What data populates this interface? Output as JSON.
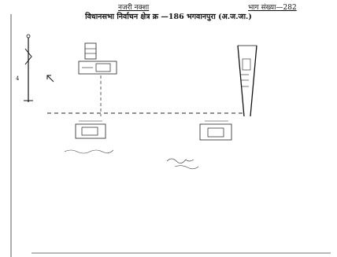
{
  "header": {
    "center_text": "नजरी नक्शा",
    "right_text": "भाग संख्या—282"
  },
  "title": {
    "line1": "विधानसभा निर्वाचन क्षेत्र क्र —186 भगवानपुरा (अ.ज.जा.)",
    "line2": ""
  },
  "labels": {
    "side_mark": "4"
  }
}
